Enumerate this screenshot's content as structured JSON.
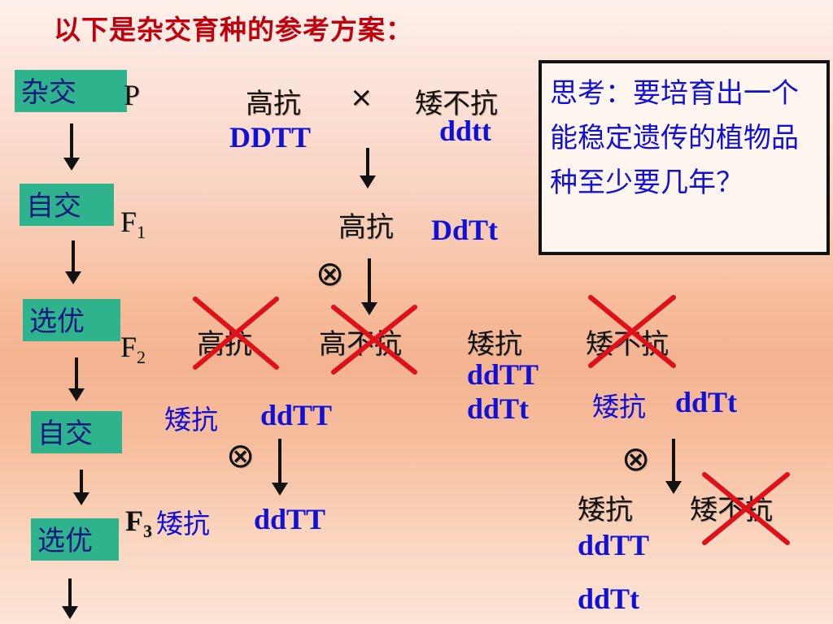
{
  "title": "以下是杂交育种的参考方案：",
  "steps": [
    "杂交",
    "自交",
    "选优",
    "自交",
    "选优"
  ],
  "think_box": "思考：要培育出一个能稳定遗传的植物品种至少要几年？",
  "generations": {
    "p": "P",
    "f1": "F",
    "f1_sub": "1",
    "f2": "F",
    "f2_sub": "2",
    "f3": "F",
    "f3_sub": "3"
  },
  "cross_symbol": "×",
  "self_symbol": "⊗",
  "p_row": {
    "parent1_phenotype": "高抗",
    "parent1_genotype": "DDTT",
    "parent2_phenotype": "矮不抗",
    "parent2_genotype": "ddtt"
  },
  "f1_row": {
    "phenotype": "高抗",
    "genotype": "DdTt"
  },
  "f2_row": {
    "phenotypes": [
      "高抗",
      "高不抗",
      "矮抗",
      "矮不抗"
    ],
    "aikang_genotypes": [
      "ddTT",
      "ddTt"
    ],
    "selected_left_phenotype": "矮抗",
    "selected_left_genotype": "ddTT",
    "selected_right_phenotype": "矮抗",
    "selected_right_genotype": "ddTt"
  },
  "f3_row": {
    "left_phenotype": "矮抗",
    "left_genotype": "ddTT",
    "right_phenotypes": [
      "矮抗",
      "矮不抗"
    ],
    "right_genotypes": [
      "ddTT",
      "ddTt"
    ]
  },
  "colors": {
    "title": "#c0000c",
    "step_bg": "#2fb38c",
    "step_text": "#0a1a80",
    "genotype": "#1010d8",
    "cross_mark": "#e0101a"
  }
}
